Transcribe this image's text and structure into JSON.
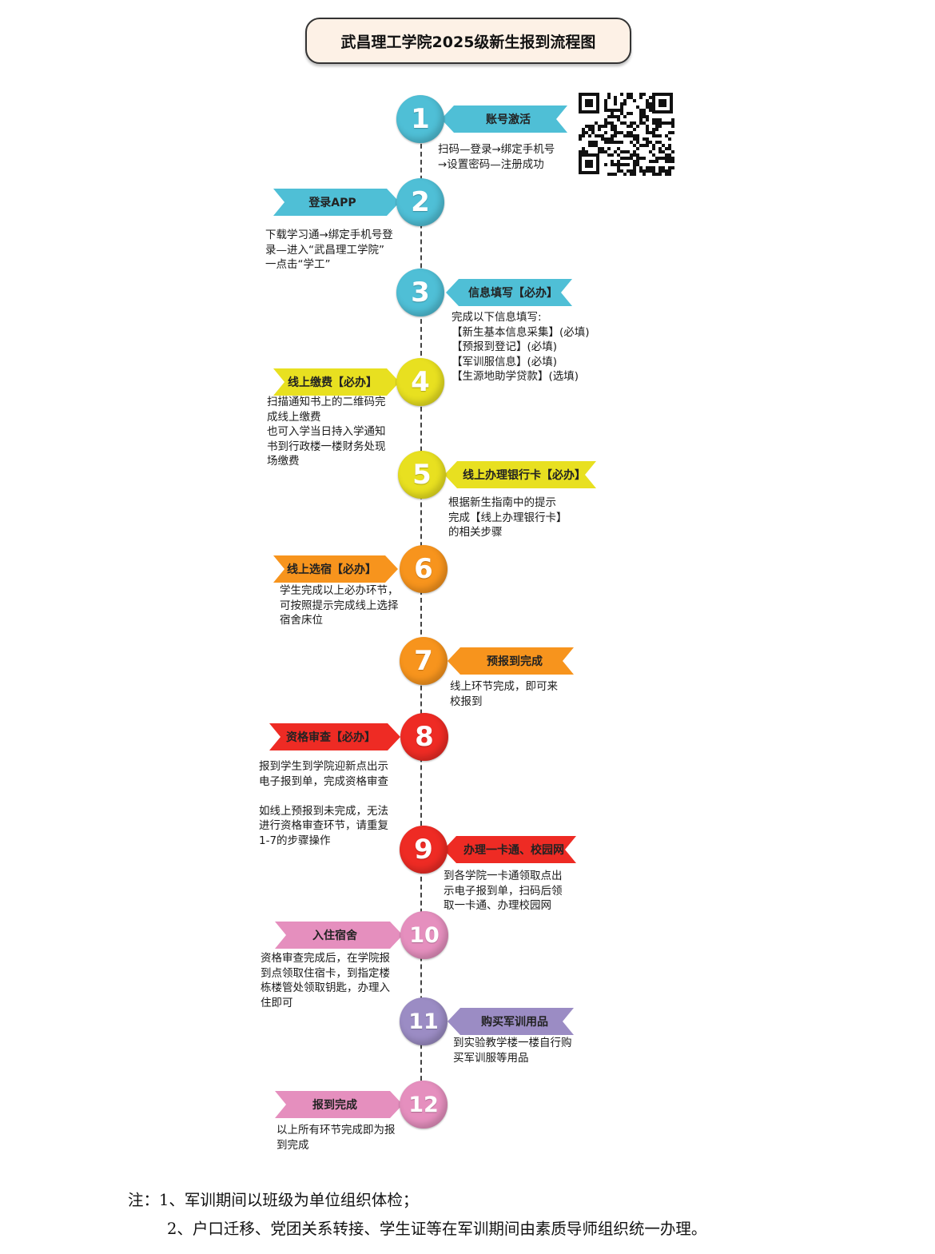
{
  "title": "武昌理工学院2025级新生报到流程图",
  "colors": {
    "blue": "#4fbfd6",
    "yellow": "#e8e020",
    "orange": "#f7941d",
    "red": "#ee2b24",
    "pink": "#e58fbe",
    "purple": "#9b8cc4"
  },
  "qr_icon": "qr-code-icon",
  "steps": [
    {
      "num": "1",
      "label": "账号激活",
      "desc": "扫码—登录→绑定手机号\n→设置密码—注册成功",
      "color": "blue"
    },
    {
      "num": "2",
      "label": "登录APP",
      "desc": "下载学习通→绑定手机号登\n录—进入“武昌理工学院”\n一点击“学工”",
      "color": "blue"
    },
    {
      "num": "3",
      "label": "信息填写【必办】",
      "desc": "完成以下信息填写:\n【新生基本信息采集】(必填)\n【预报到登记】(必填)\n【军训服信息】(必填)\n【生源地助学贷款】(选填)",
      "color": "blue"
    },
    {
      "num": "4",
      "label": "线上缴费【必办】",
      "desc": "扫描通知书上的二维码完\n成线上缴费\n也可入学当日持入学通知\n书到行政楼一楼财务处现\n场缴费",
      "color": "yellow"
    },
    {
      "num": "5",
      "label": "线上办理银行卡【必办】",
      "desc": "根据新生指南中的提示\n完成【线上办理银行卡】\n的相关步骤",
      "color": "yellow"
    },
    {
      "num": "6",
      "label": "线上选宿【必办】",
      "desc": "学生完成以上必办环节，\n可按照提示完成线上选择\n宿舍床位",
      "color": "orange"
    },
    {
      "num": "7",
      "label": "预报到完成",
      "desc": "线上环节完成，即可来\n校报到",
      "color": "orange"
    },
    {
      "num": "8",
      "label": "资格审查【必办】",
      "desc": "报到学生到学院迎新点出示\n电子报到单，完成资格审查\n\n如线上预报到未完成，无法\n进行资格审查环节，请重复\n1-7的步骤操作",
      "color": "red"
    },
    {
      "num": "9",
      "label": "办理一卡通、校园网",
      "desc": "到各学院一卡通领取点出\n示电子报到单，扫码后领\n取一卡通、办理校园网",
      "color": "red"
    },
    {
      "num": "10",
      "label": "入住宿舍",
      "desc": "资格审查完成后，在学院报\n到点领取住宿卡，到指定楼\n栋楼管处领取钥匙，办理入\n住即可",
      "color": "pink"
    },
    {
      "num": "11",
      "label": "购买军训用品",
      "desc": "到实验教学楼一楼自行购\n买军训服等用品",
      "color": "purple"
    },
    {
      "num": "12",
      "label": "报到完成",
      "desc": "以上所有环节完成即为报\n到完成",
      "color": "pink"
    }
  ],
  "notes": [
    "注：1、军训期间以班级为单位组织体检；",
    "2、户口迁移、党团关系转接、学生证等在军训期间由素质导师组织统一办理。"
  ]
}
